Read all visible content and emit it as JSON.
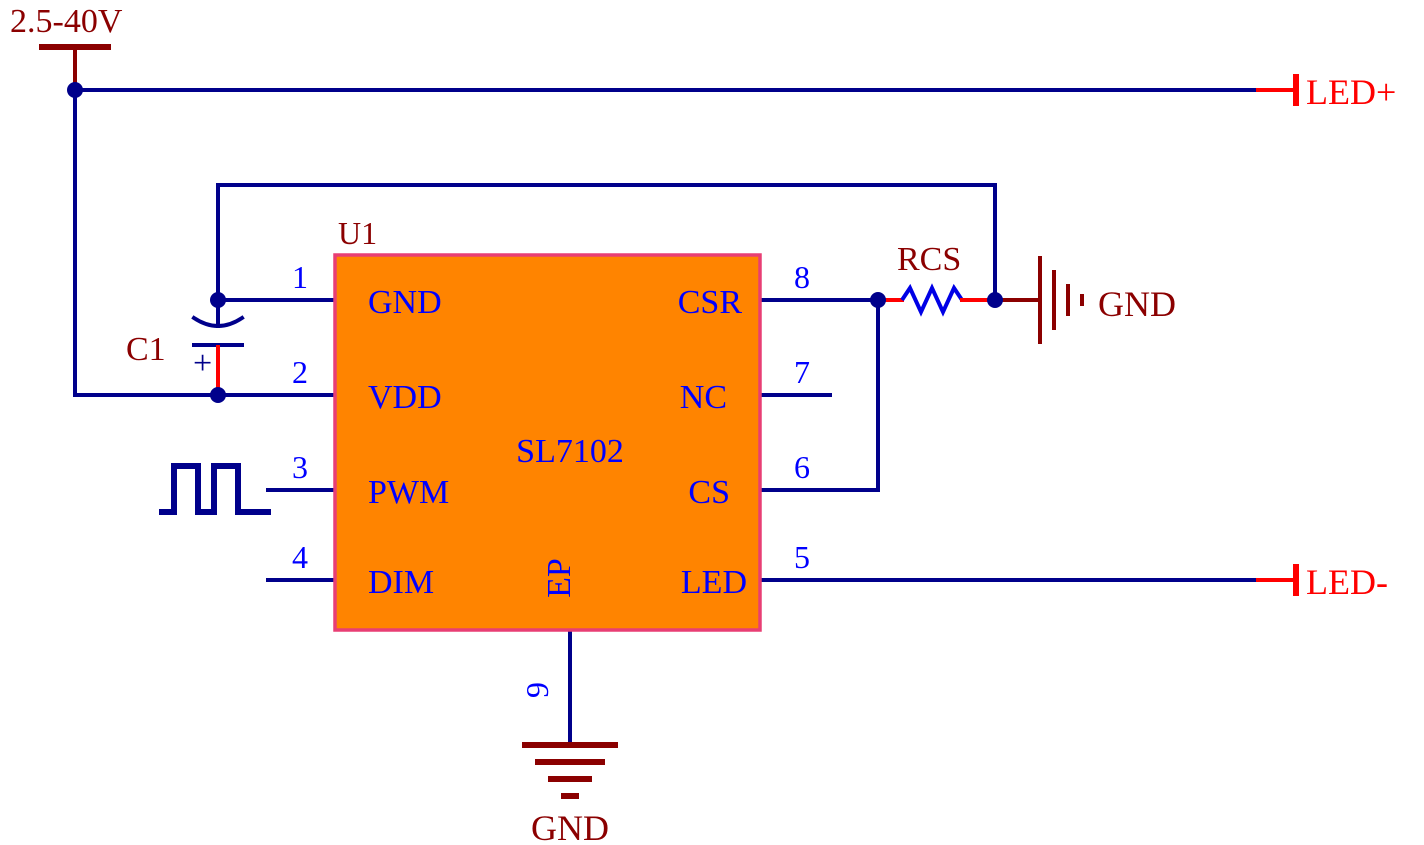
{
  "power": {
    "label": "2.5-40V"
  },
  "ic": {
    "refdes": "U1",
    "part_number": "SL7102",
    "pins_left": [
      {
        "number": "1",
        "name": "GND"
      },
      {
        "number": "2",
        "name": "VDD"
      },
      {
        "number": "3",
        "name": "PWM"
      },
      {
        "number": "4",
        "name": "DIM"
      }
    ],
    "pins_right": [
      {
        "number": "8",
        "name": "CSR"
      },
      {
        "number": "7",
        "name": "NC"
      },
      {
        "number": "6",
        "name": "CS"
      },
      {
        "number": "5",
        "name": "LED"
      }
    ],
    "pin_bottom": {
      "number": "9",
      "name": "EP"
    }
  },
  "components": {
    "capacitor": {
      "refdes": "C1",
      "polarity": "+"
    },
    "resistor": {
      "refdes": "RCS"
    }
  },
  "terminals": {
    "led_plus": "LED+",
    "led_minus": "LED-"
  },
  "grounds": {
    "right": "GND",
    "bottom": "GND"
  },
  "colors": {
    "wire": "#00008b",
    "pin_text": "#0000ff",
    "label_dark_red": "#8b0000",
    "terminal_red": "#ff0000",
    "ic_fill": "#ff8400",
    "ic_border": "#e83e74",
    "resistor": "#0000e6"
  }
}
